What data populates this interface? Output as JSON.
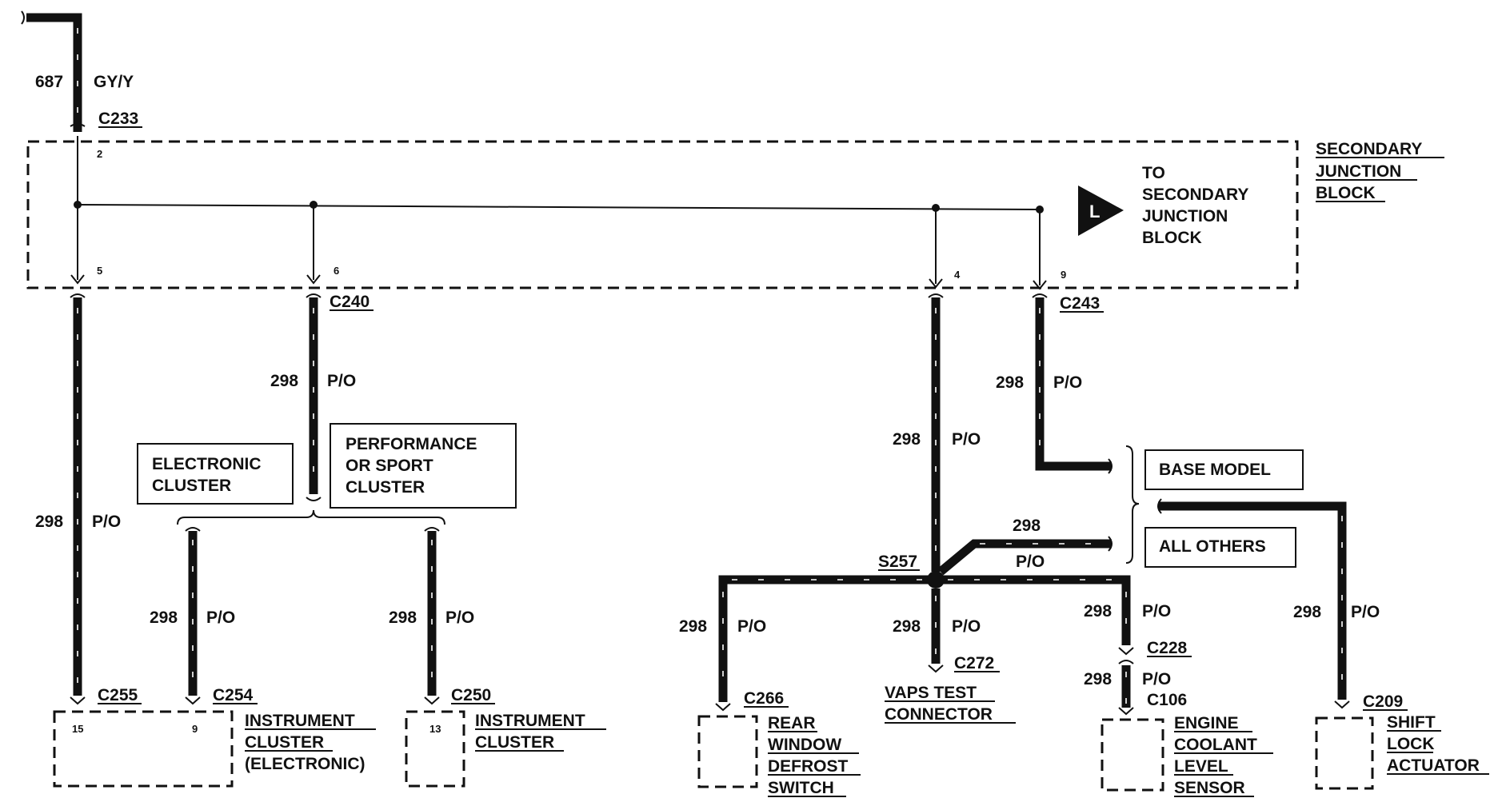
{
  "colors": {
    "ink": "#111111",
    "stipple_bg": "#e4e4e4",
    "stipple_dot": "#8a8a8a",
    "paper": "#ffffff"
  },
  "top_wire": {
    "circuit": "687",
    "color_code": "GY/Y",
    "connector": "C233"
  },
  "junction_block": {
    "label": [
      "SECONDARY",
      "JUNCTION",
      "BLOCK"
    ],
    "to_label": [
      "TO",
      "SECONDARY",
      "JUNCTION",
      "BLOCK"
    ],
    "to_marker": "L",
    "pins": {
      "in": "2",
      "p1": "5",
      "p2": "6",
      "p3": "4",
      "p4": "9"
    },
    "connectors": {
      "c240": "C240",
      "c243": "C243"
    }
  },
  "circuits": {
    "num": "298",
    "color_code": "P/O"
  },
  "variant_boxes": {
    "electronic": [
      "ELECTRONIC",
      "CLUSTER"
    ],
    "performance": [
      "PERFORMANCE",
      "OR SPORT",
      "CLUSTER"
    ],
    "base": "BASE MODEL",
    "others": "ALL OTHERS"
  },
  "splice": "S257",
  "components": {
    "ic_electronic": {
      "connectors": [
        "C255",
        "C254"
      ],
      "pins": [
        "15",
        "9"
      ],
      "label": [
        "INSTRUMENT",
        "CLUSTER",
        "(ELECTRONIC)"
      ]
    },
    "ic": {
      "connector": "C250",
      "pin": "13",
      "label": [
        "INSTRUMENT",
        "CLUSTER"
      ]
    },
    "defrost": {
      "connector": "C266",
      "label": [
        "REAR",
        "WINDOW",
        "DEFROST",
        "SWITCH"
      ]
    },
    "vaps": {
      "connector": "C272",
      "label": [
        "VAPS TEST",
        "CONNECTOR"
      ]
    },
    "coolant": {
      "connectors": [
        "C228",
        "C106"
      ],
      "label": [
        "ENGINE",
        "COOLANT",
        "LEVEL",
        "SENSOR"
      ]
    },
    "shiftlock": {
      "connector": "C209",
      "label": [
        "SHIFT",
        "LOCK",
        "ACTUATOR"
      ]
    }
  }
}
